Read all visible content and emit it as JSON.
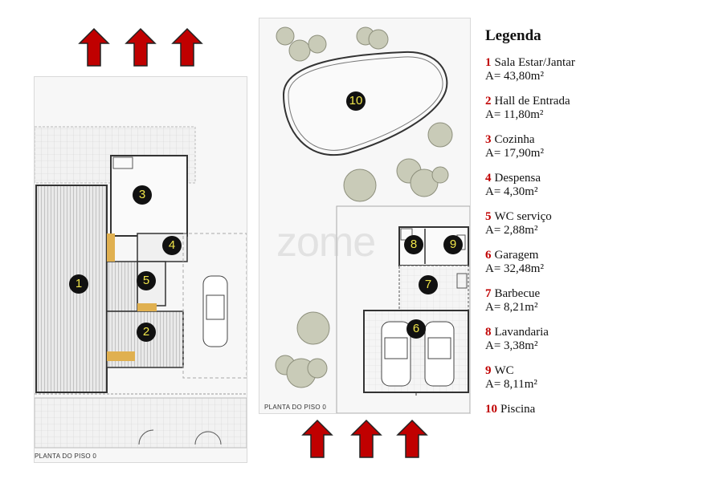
{
  "legend": {
    "title": "Legenda",
    "items": [
      {
        "num": "1",
        "name": "Sala Estar/Jantar",
        "area": "A= 43,80m²"
      },
      {
        "num": "2",
        "name": "Hall de Entrada",
        "area": "A= 11,80m²"
      },
      {
        "num": "3",
        "name": "Cozinha",
        "area": "A= 17,90m²"
      },
      {
        "num": "4",
        "name": "Despensa",
        "area": "A= 4,30m²"
      },
      {
        "num": "5",
        "name": "WC serviço",
        "area": "A= 2,88m²"
      },
      {
        "num": "6",
        "name": "Garagem",
        "area": "A= 32,48m²"
      },
      {
        "num": "7",
        "name": "Barbecue",
        "area": "A= 8,21m²"
      },
      {
        "num": "8",
        "name": "Lavandaria",
        "area": "A= 3,38m²"
      },
      {
        "num": "9",
        "name": "WC",
        "area": "A= 8,11m²"
      },
      {
        "num": "10",
        "name": "Piscina",
        "area": ""
      }
    ]
  },
  "plans": {
    "left_caption": "PLANTA DO PISO 0",
    "right_caption": "PLANTA DO PISO 0"
  },
  "markers": {
    "m1": "1",
    "m2": "2",
    "m3": "3",
    "m4": "4",
    "m5": "5",
    "m6": "6",
    "m7": "7",
    "m8": "8",
    "m9": "9",
    "m10": "10"
  },
  "watermark": "zome",
  "colors": {
    "arrow": "#c00000",
    "marker_bg": "#111111",
    "marker_text": "#f1e64a",
    "legend_number": "#c00000"
  }
}
